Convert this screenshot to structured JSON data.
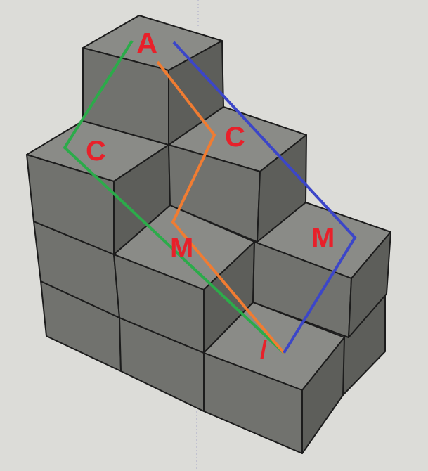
{
  "labels": {
    "top": "A",
    "left_middle": "C",
    "center_upper": "C",
    "center_lower": "M",
    "right_middle": "M",
    "bottom_partial": "/"
  },
  "colors": {
    "background": "#dcdcd8",
    "label": "#e8202a",
    "green_path": "#2cab4a",
    "orange_path": "#f07c32",
    "blue_path": "#3c46c8",
    "cube_top": "#8a8b87",
    "cube_left": "#71726e",
    "cube_right": "#5d5e5a"
  },
  "paths": [
    {
      "name": "green-path",
      "color": "green"
    },
    {
      "name": "orange-path",
      "color": "orange"
    },
    {
      "name": "blue-path",
      "color": "blue"
    }
  ]
}
